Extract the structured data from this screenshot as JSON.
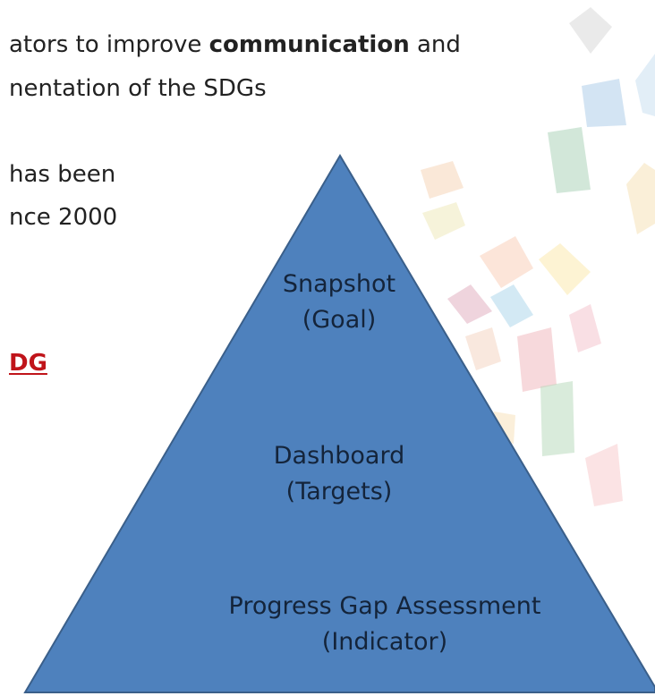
{
  "slide_text": {
    "line1_prefix": "ators to improve ",
    "line1_bold": "communication",
    "line1_suffix": " and",
    "line2": "nentation of the SDGs",
    "line3": "has been",
    "line4": "nce 2000",
    "line5_link": "DG"
  },
  "pyramid": {
    "fill_color": "#4e81bd",
    "stroke_color": "#3a5f8a",
    "tiers": [
      {
        "title": "Snapshot",
        "subtitle": "(Goal)"
      },
      {
        "title": "Dashboard",
        "subtitle": "(Targets)"
      },
      {
        "title": "Progress Gap Assessment",
        "subtitle": "(Indicator)"
      }
    ]
  },
  "colors": {
    "text": "#222222",
    "link_red": "#c0141a"
  }
}
